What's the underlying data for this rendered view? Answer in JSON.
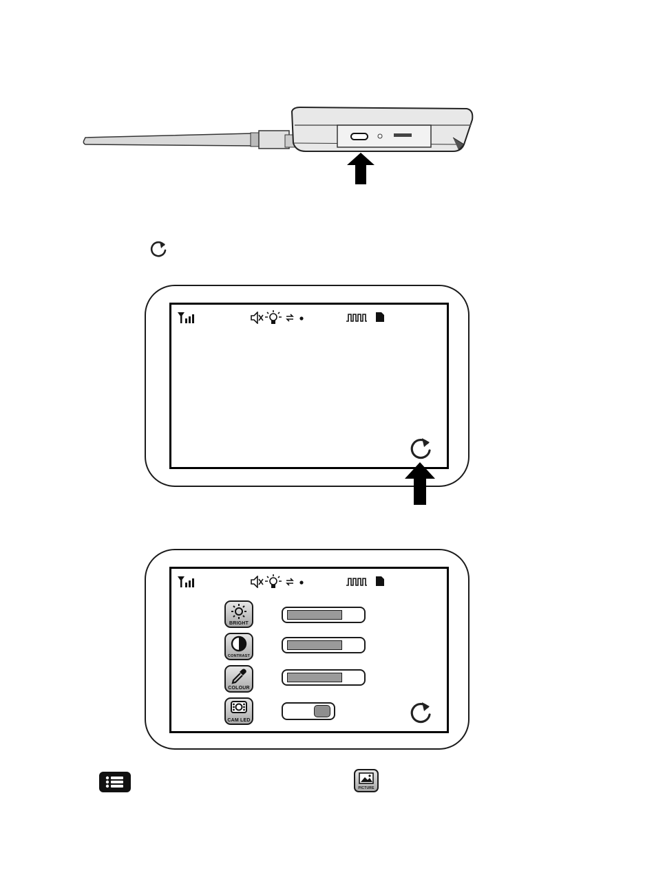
{
  "menu_panel": {
    "settings": [
      {
        "label": "BRIGHT",
        "level": 0.75
      },
      {
        "label": "CONTRAST",
        "level": 0.75
      },
      {
        "label": "COLOUR",
        "level": 0.75
      }
    ],
    "cam_led": {
      "label": "CAM LED",
      "state": "on"
    }
  },
  "bottom_buttons": {
    "picture_label": "PICTURE"
  }
}
